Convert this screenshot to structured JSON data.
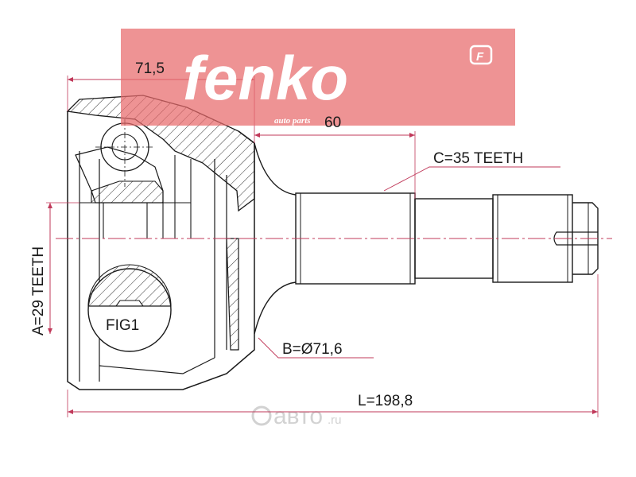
{
  "brand": {
    "name": "fenko",
    "tagline": "auto parts",
    "badge": "F",
    "color": "#e8696b"
  },
  "dimensions": {
    "outer_length": "71,5",
    "inner_length": "60",
    "spline_c": "C=35 TEETH",
    "spline_a": "A=29 TEETH",
    "diameter_b": "B=Ø71,6",
    "total_length": "L=198,8",
    "figure_label": "FIG1"
  },
  "watermark": {
    "name": "авто",
    "tld": ".ru"
  },
  "colors": {
    "line": "#1a1a1a",
    "dimension_line": "#c0395a",
    "hatch": "#333333"
  }
}
